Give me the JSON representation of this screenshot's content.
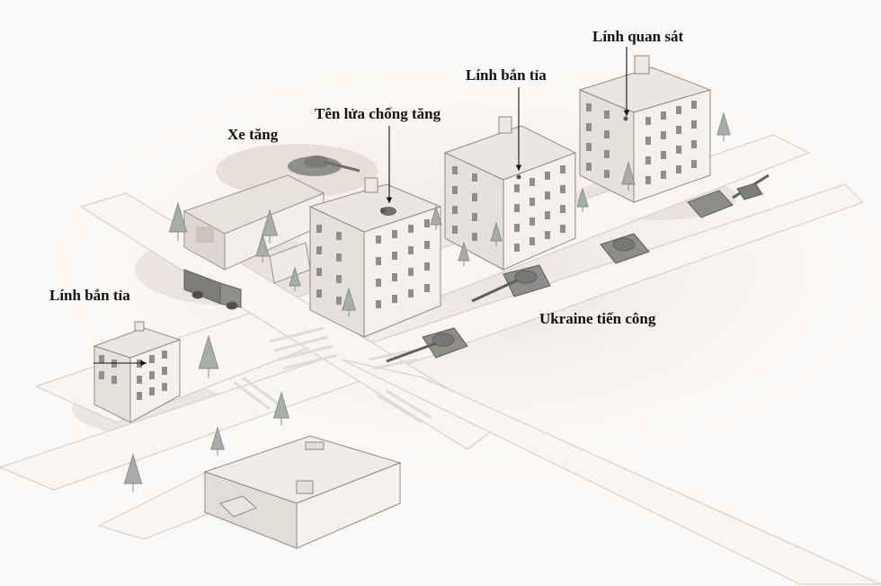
{
  "labels": {
    "spotter": "Lính quan sát",
    "sniper_center": "Lính bắn tỉa",
    "anti_tank": "Tên lửa chống tăng",
    "tank": "Xe tăng",
    "sniper_left": "Lính bắn tỉa",
    "ukraine_attack": "Ukraine tiến công"
  },
  "colors": {
    "ground": "#efe7e1",
    "road": "#f6f2ee",
    "building_wall": "#f3efec",
    "building_side": "#ddd6d1",
    "roof": "#e9e3de",
    "window": "#8e8e8e",
    "tree": "#a7ada8",
    "vehicle": "#8d8d8b",
    "label_text": "#111111"
  },
  "icons": {
    "arrow": "thin-black-arrow",
    "tree": "conifer-tree",
    "tank": "tank-silhouette"
  }
}
